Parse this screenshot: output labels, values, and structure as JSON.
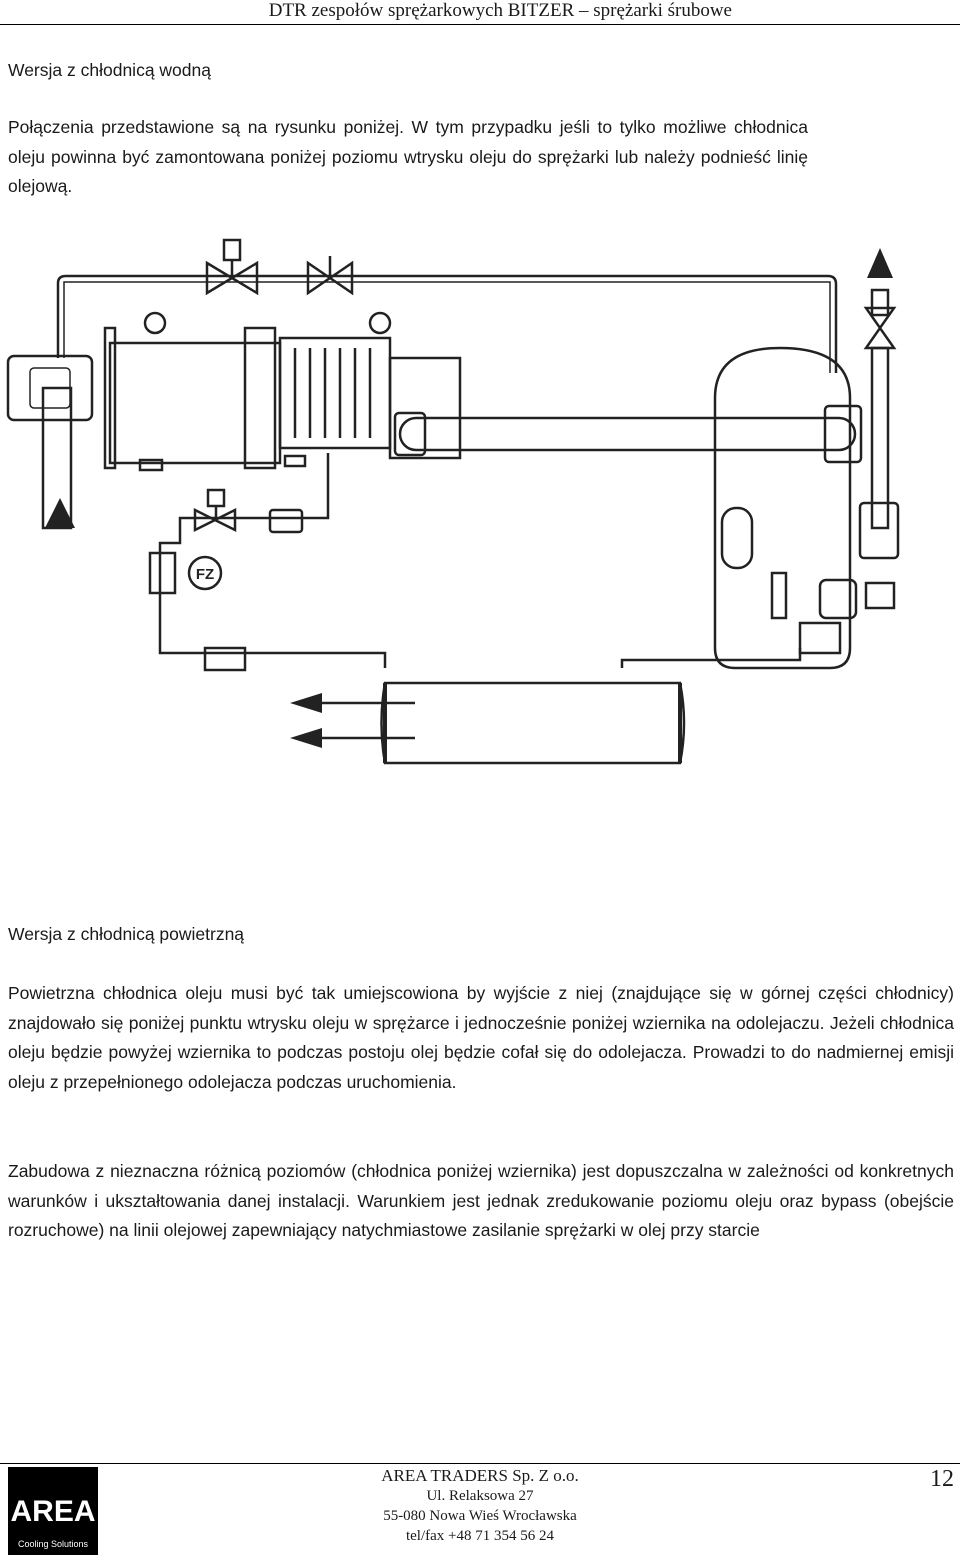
{
  "header": {
    "title": "DTR zespołów sprężarkowych BITZER – sprężarki śrubowe"
  },
  "section1": {
    "heading": "Wersja z chłodnicą wodną",
    "paragraph": "Połączenia przedstawione są na rysunku poniżej. W tym przypadku jeśli to tylko możliwe chłodnica oleju powinna być zamontowana poniżej poziomu wtrysku oleju do sprężarki lub należy podnieść linię olejową."
  },
  "diagram": {
    "labels": {
      "fz": "FZ"
    }
  },
  "section2": {
    "heading": "Wersja z chłodnicą powietrzną",
    "paragraph1": "Powietrzna chłodnica oleju musi być tak umiejscowiona by wyjście z niej (znajdujące się w górnej części chłodnicy) znajdowało się poniżej punktu wtrysku oleju w sprężarce i jednocześnie poniżej wziernika na odolejaczu. Jeżeli chłodnica oleju będzie powyżej wziernika to podczas postoju olej będzie cofał się do odolejacza. Prowadzi to do nadmiernej emisji oleju z przepełnionego odolejacza podczas uruchomienia.",
    "paragraph2": "Zabudowa z nieznaczna różnicą poziomów (chłodnica poniżej wziernika) jest dopuszczalna w zależności od konkretnych warunków i ukształtowania danej instalacji. Warunkiem jest jednak zredukowanie poziomu oleju oraz bypass (obejście rozruchowe) na linii olejowej zapewniający natychmiastowe zasilanie sprężarki w olej przy starcie"
  },
  "footer": {
    "logo": {
      "main": "AREA",
      "sub": "Cooling Solutions"
    },
    "company": "AREA TRADERS Sp. Z o.o.",
    "street": "Ul. Relaksowa 27",
    "city": "55-080 Nowa Wieś Wrocławska",
    "phone": "tel/fax +48 71 354 56 24",
    "page_number": "12"
  }
}
